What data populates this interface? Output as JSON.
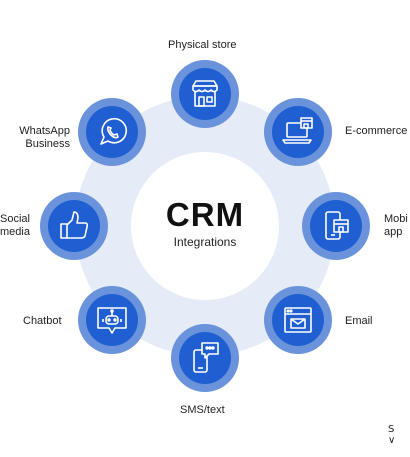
{
  "center": {
    "title": "CRM",
    "subtitle": "Integrations"
  },
  "nodes": [
    {
      "id": "physical-store",
      "label": "Physical store",
      "icon": "store-icon"
    },
    {
      "id": "ecommerce",
      "label": "E-commerce",
      "icon": "laptop-shop-icon"
    },
    {
      "id": "mobile-app",
      "label": "Mobi\napp",
      "icon": "mobile-shop-icon"
    },
    {
      "id": "email",
      "label": "Email",
      "icon": "email-window-icon"
    },
    {
      "id": "sms",
      "label": "SMS/text",
      "icon": "phone-message-icon"
    },
    {
      "id": "chatbot",
      "label": "Chatbot",
      "icon": "robot-chat-icon"
    },
    {
      "id": "social",
      "label": "Social\nmedia",
      "icon": "thumbs-up-icon"
    },
    {
      "id": "whatsapp",
      "label": "WhatsApp\nBusiness",
      "icon": "whatsapp-icon"
    }
  ],
  "brand": "S ∨",
  "colors": {
    "ring": "#e6ecf7",
    "outer_circle": "#6b93dc",
    "inner_circle": "#1f5fd1",
    "icon_stroke": "#ffffff"
  }
}
